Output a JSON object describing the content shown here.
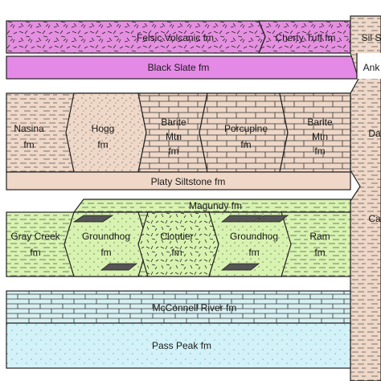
{
  "colors": {
    "volcanic": "#e58fe0",
    "slate": "#e589e6",
    "siltstone": "#efd8c8",
    "green": "#d8f3b0",
    "carbonate_blue": "#d7f0f2",
    "pass_peak": "#d3f1f8",
    "right_column": "#efd5c4",
    "line": "#222222"
  },
  "units": {
    "felsic_volcanic": "Felsic Volcanic fm",
    "cherty_tuff": "Cherty Tuff fm",
    "sil_s": "Sil S",
    "black_slate": "Black Slate fm",
    "ank": "Ank",
    "nasina": [
      "Nasina",
      "fm"
    ],
    "hogg": [
      "Hogg",
      "fm"
    ],
    "barite_mtn_left": [
      "Barite",
      "Mtn",
      "fm"
    ],
    "porcupine": [
      "Porcupine",
      "fm"
    ],
    "barite_mtn_right": [
      "Barite",
      "Mtn",
      "fm"
    ],
    "da": "Da",
    "platy_siltstone": "Platy Siltstone fm",
    "magundy": "Magundy fm",
    "ca": "Ca",
    "gray_creek": [
      "Gray Creek",
      "fm"
    ],
    "groundhog_left": [
      "Groundhog",
      "fm"
    ],
    "cloutier": [
      "Cloutier",
      "fm"
    ],
    "groundhog_right": [
      "Groundhog",
      "fm"
    ],
    "ram": [
      "Ram",
      "fm"
    ],
    "mcconnell_river": "McConnell River fm",
    "pass_peak": "Pass Peak fm"
  }
}
